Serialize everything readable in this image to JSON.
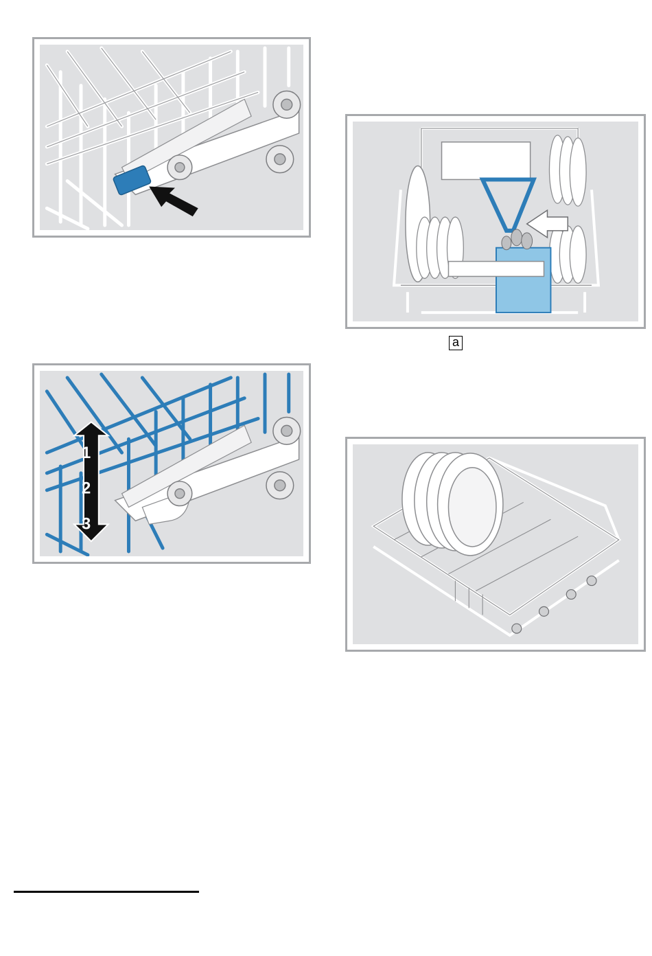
{
  "figures": [
    {
      "id": "rack-lever-press",
      "description_icon": "rack-lever-press-illustration"
    },
    {
      "id": "rack-height-levels",
      "levels": [
        "1",
        "2",
        "3"
      ]
    },
    {
      "id": "upper-basket-loaded",
      "callout": "a"
    },
    {
      "id": "lower-basket-with-plates",
      "description_icon": "lower-basket-illustration"
    }
  ],
  "colors": {
    "frame_border": "#a7a9ac",
    "illustration_bg": "#dfe0e2",
    "accent_blue": "#2d7db8",
    "wire": "#ffffff"
  }
}
